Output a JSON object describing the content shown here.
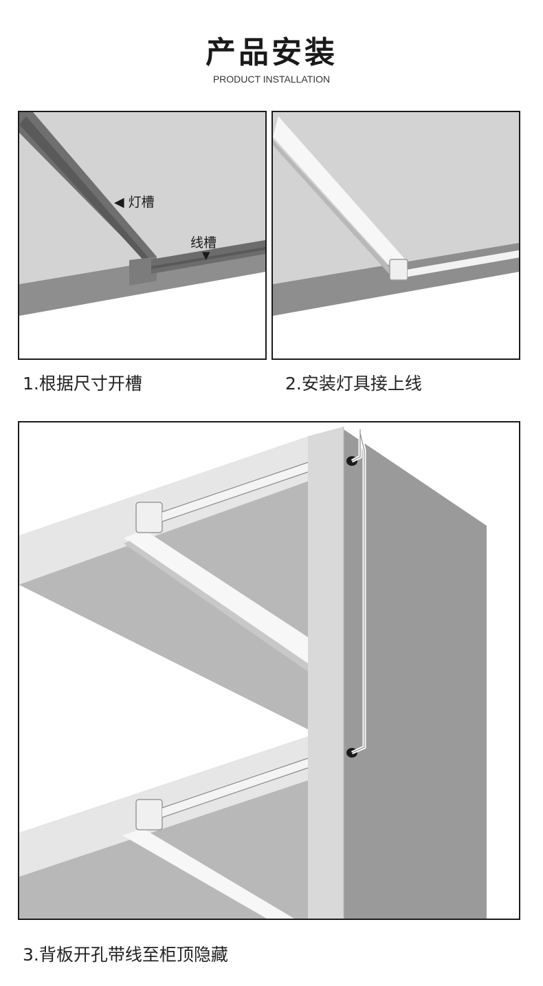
{
  "header": {
    "title": "产品安装",
    "subtitle": "PRODUCT INSTALLATION"
  },
  "steps": [
    {
      "caption": "1.根据尺寸开槽",
      "labels": {
        "light_slot": "◀ 灯槽",
        "wire_slot": "线槽"
      }
    },
    {
      "caption": "2.安装灯具接上线"
    },
    {
      "caption": "3.背板开孔带线至柜顶隐藏"
    }
  ],
  "colors": {
    "board_top": "#d2d2d2",
    "board_edge": "#8f8f8f",
    "groove": "#7a7a7a",
    "light_strip": "#f4f4f4",
    "panel_border": "#1a1a1a"
  }
}
